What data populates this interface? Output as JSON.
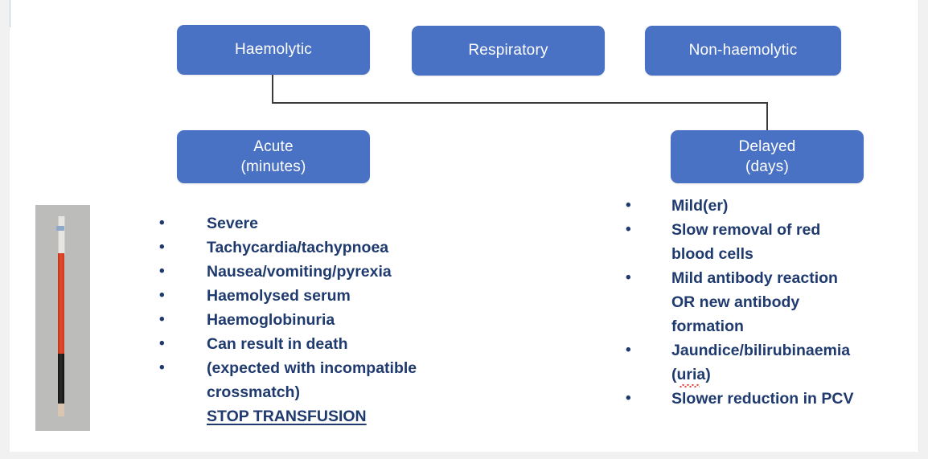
{
  "slide": {
    "background_color": "#ffffff",
    "page_background_color": "#f1f1f1"
  },
  "palette": {
    "node_fill": "#4a72c4",
    "node_text": "#ffffff",
    "body_text": "#1f3a6e",
    "connector": "#3b3b3b",
    "connector_light": "#b9cbe8",
    "spellcheck_underline": "#e03a2a"
  },
  "flowchart": {
    "top_row": [
      {
        "label": "Haemolytic"
      },
      {
        "label": "Respiratory"
      },
      {
        "label": "Non-haemolytic"
      }
    ],
    "second_row": [
      {
        "label_line1": "Acute",
        "label_line2": "(minutes)"
      },
      {
        "label_line1": "Delayed",
        "label_line2": "(days)"
      }
    ]
  },
  "photo": {
    "caption": "",
    "description_name": "haematocrit-tube-photo"
  },
  "acute_list": {
    "bullet_char": "•",
    "items": [
      {
        "bullet": true,
        "text": "Severe",
        "underline": false
      },
      {
        "bullet": true,
        "text": "Tachycardia/tachypnoea",
        "underline": false
      },
      {
        "bullet": true,
        "text": "Nausea/vomiting/pyrexia",
        "underline": false
      },
      {
        "bullet": true,
        "text": "Haemolysed serum",
        "underline": false
      },
      {
        "bullet": true,
        "text": "Haemoglobinuria",
        "underline": false
      },
      {
        "bullet": true,
        "text": "Can result in death",
        "underline": false
      },
      {
        "bullet": true,
        "text": "(expected with incompatible",
        "underline": false
      },
      {
        "bullet": false,
        "text": "crossmatch)",
        "underline": false
      },
      {
        "bullet": false,
        "text": "STOP TRANSFUSION",
        "underline": true
      }
    ]
  },
  "delayed_list": {
    "bullet_char": "•",
    "items": [
      {
        "bullet": true,
        "text": "Mild(er)",
        "underline": false,
        "squiggle": false
      },
      {
        "bullet": true,
        "text": "Slow removal of red",
        "underline": false,
        "squiggle": false
      },
      {
        "bullet": false,
        "text": "blood cells",
        "underline": false,
        "squiggle": false
      },
      {
        "bullet": true,
        "text": "Mild antibody reaction",
        "underline": false,
        "squiggle": false
      },
      {
        "bullet": false,
        "text": "OR new antibody",
        "underline": false,
        "squiggle": false
      },
      {
        "bullet": false,
        "text": "formation",
        "underline": false,
        "squiggle": false
      },
      {
        "bullet": true,
        "text": "Jaundice/bilirubinaemia",
        "underline": false,
        "squiggle": false
      },
      {
        "bullet": false,
        "text": "(uria)",
        "underline": false,
        "squiggle": true
      },
      {
        "bullet": true,
        "text": "Slower reduction in PCV",
        "underline": false,
        "squiggle": false
      }
    ]
  }
}
